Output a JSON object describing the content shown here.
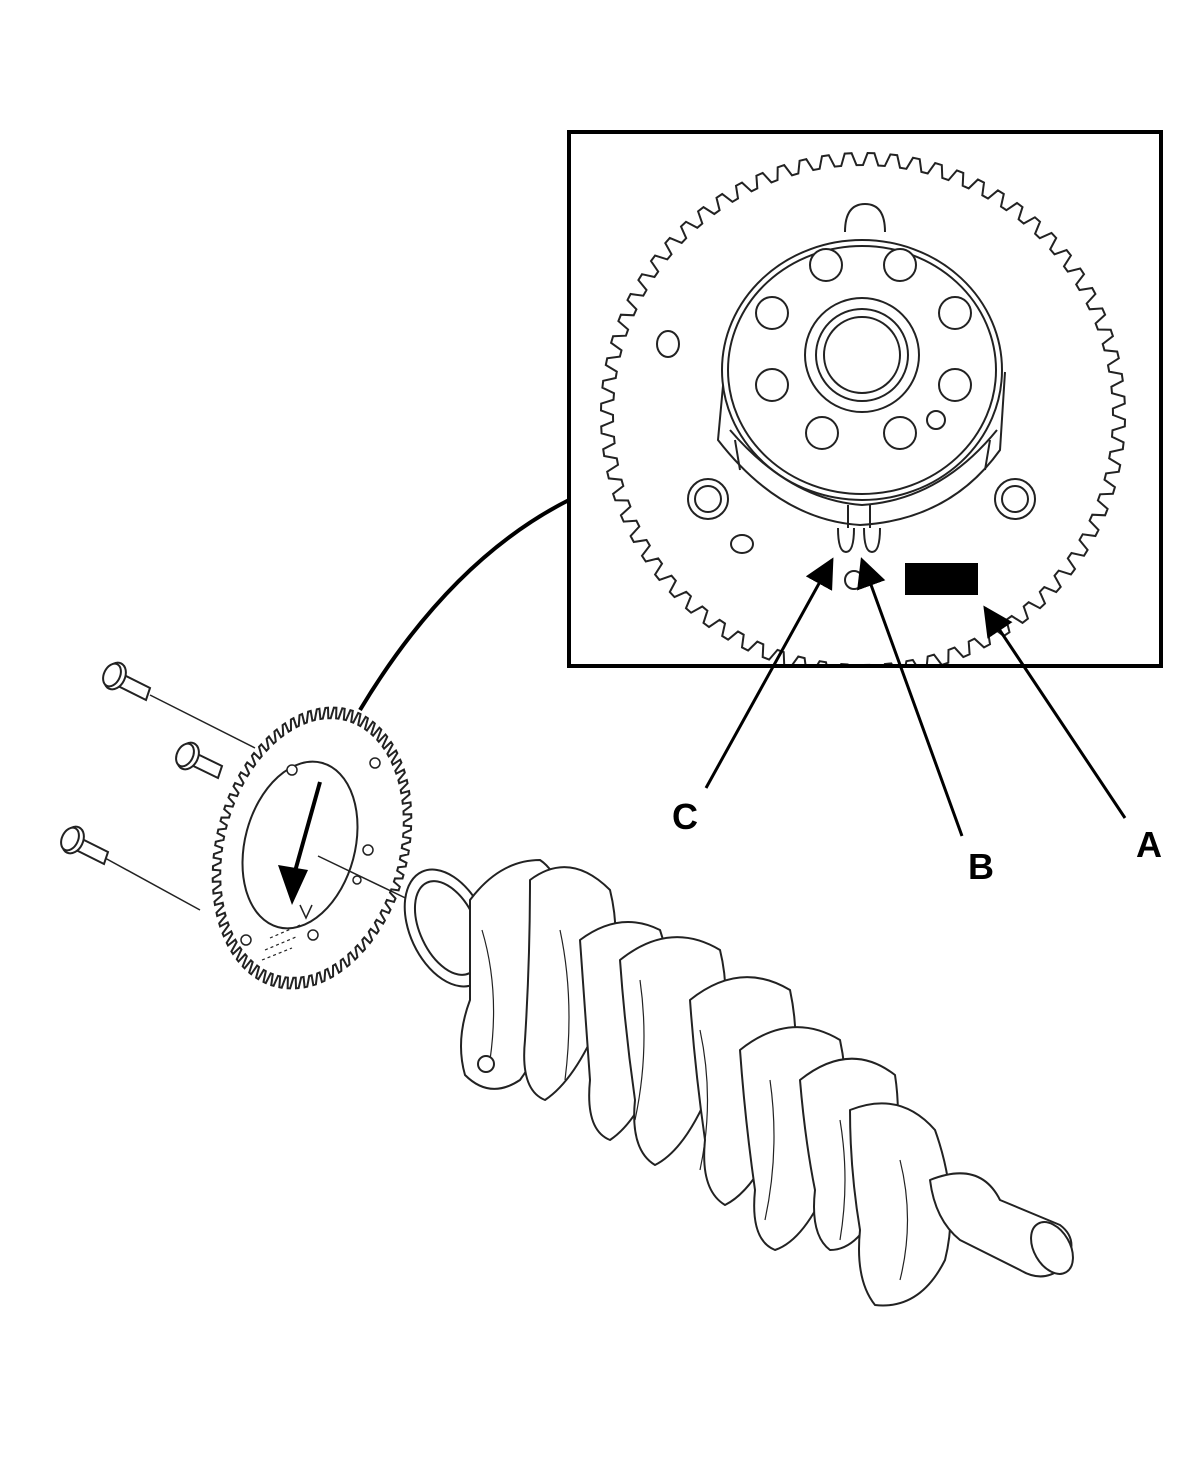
{
  "callouts": {
    "a": "A",
    "b": "B",
    "c": "C"
  },
  "icons": {
    "reluctor_ring": "toothed-ring-icon",
    "bolts": "bolt-icon",
    "crankshaft": "crankshaft-icon",
    "install_direction": "arrow-icon"
  },
  "colors": {
    "line": "#000000",
    "background": "#ffffff"
  }
}
